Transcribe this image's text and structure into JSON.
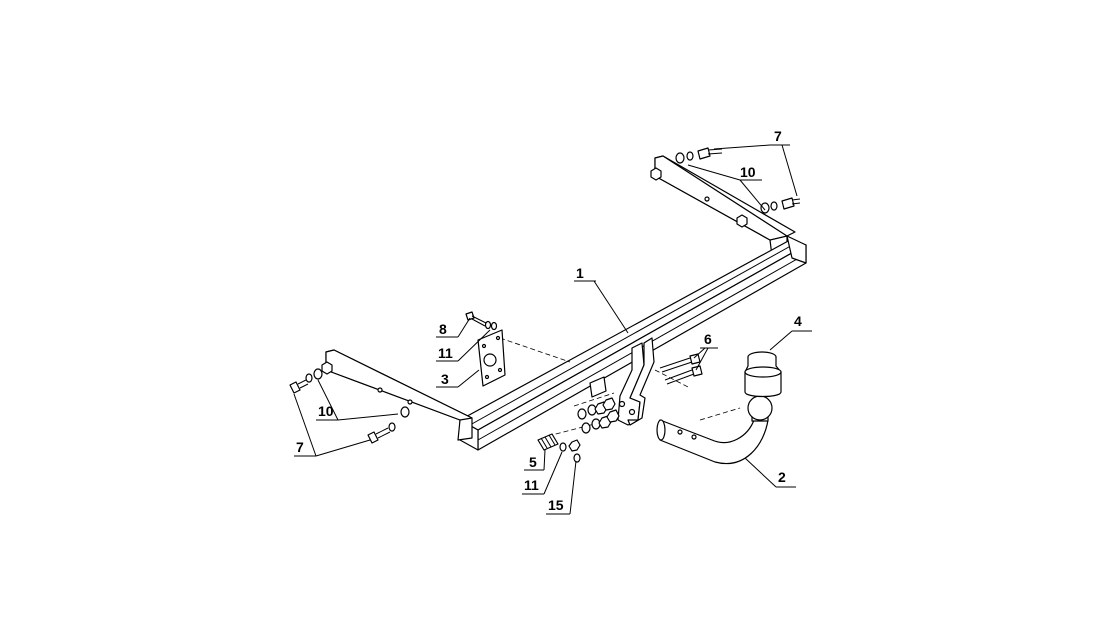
{
  "callouts": {
    "c1": "1",
    "c2": "2",
    "c3": "3",
    "c4": "4",
    "c5": "5",
    "c6": "6",
    "c7_top": "7",
    "c7_left": "7",
    "c8": "8",
    "c10_top": "10",
    "c10_left": "10",
    "c11_plate": "11",
    "c11_bottom": "11",
    "c15": "15"
  }
}
